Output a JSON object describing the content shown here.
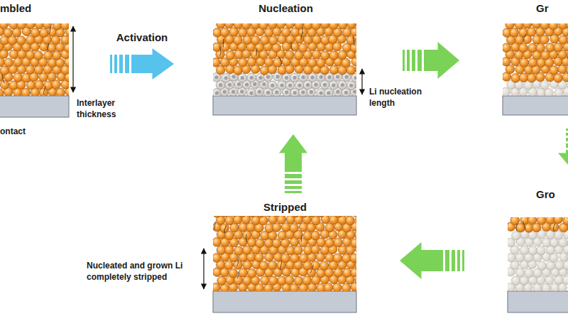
{
  "diagram": {
    "nodes": [
      {
        "text": [
          "mbled"
        ]
      },
      {
        "text": [
          "Nucleation"
        ]
      },
      {
        "text": [
          "Gr"
        ]
      },
      {
        "text": [
          "Gro"
        ]
      },
      {
        "text": [
          "Stripped"
        ]
      }
    ],
    "edges": [
      {
        "from": 0,
        "to": 1,
        "arrow": "to",
        "label": "Activation"
      },
      {
        "from": 1,
        "to": 2,
        "arrow": "to"
      },
      {
        "from": 2,
        "to": 3,
        "arrow": "to"
      },
      {
        "from": 3,
        "to": 4,
        "arrow": "to"
      },
      {
        "from": 4,
        "to": 1,
        "arrow": "to"
      }
    ],
    "labels": [
      "Interlayer thickness",
      "ontact",
      "Li nucleation length",
      "Nucleated and grown Li completely stripped"
    ]
  }
}
